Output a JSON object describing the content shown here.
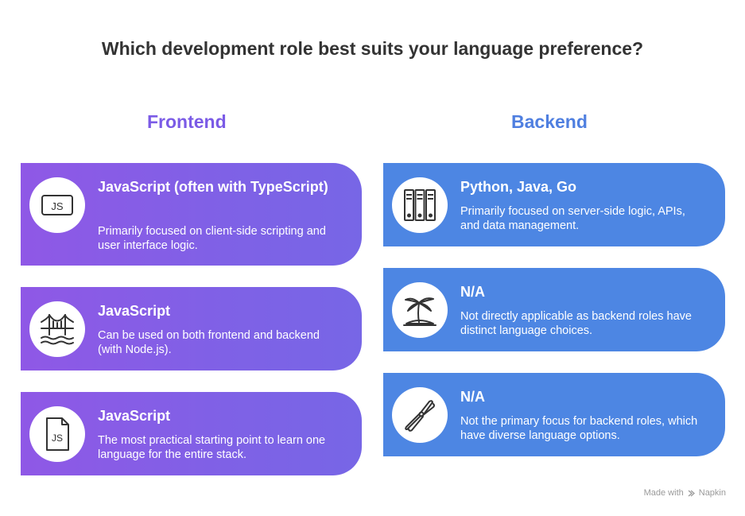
{
  "title": "Which development role best suits your language preference?",
  "columns": {
    "frontend": {
      "label": "Frontend",
      "cards": [
        {
          "icon": "js-badge-icon",
          "title": "JavaScript (often with TypeScript)",
          "description": "Primarily focused on client-side scripting and user interface logic."
        },
        {
          "icon": "bridge-icon",
          "title": "JavaScript",
          "description": "Can be used on both frontend and backend (with Node.js)."
        },
        {
          "icon": "js-file-icon",
          "title": "JavaScript",
          "description": "The most practical starting point to learn one language for the entire stack."
        }
      ]
    },
    "backend": {
      "label": "Backend",
      "cards": [
        {
          "icon": "server-icon",
          "title": "Python, Java, Go",
          "description": "Primarily focused on server-side logic, APIs, and data management."
        },
        {
          "icon": "island-icon",
          "title": "N/A",
          "description": "Not directly applicable as backend roles have distinct language choices."
        },
        {
          "icon": "pliers-icon",
          "title": "N/A",
          "description": "Not the primary focus for backend roles, which have diverse language options."
        }
      ]
    }
  },
  "icon_labels": {
    "js": "JS"
  },
  "footer": {
    "prefix": "Made with",
    "brand": "Napkin"
  },
  "colors": {
    "frontend": "#7b5be6",
    "backend": "#4f7fe0",
    "title": "#333333"
  }
}
